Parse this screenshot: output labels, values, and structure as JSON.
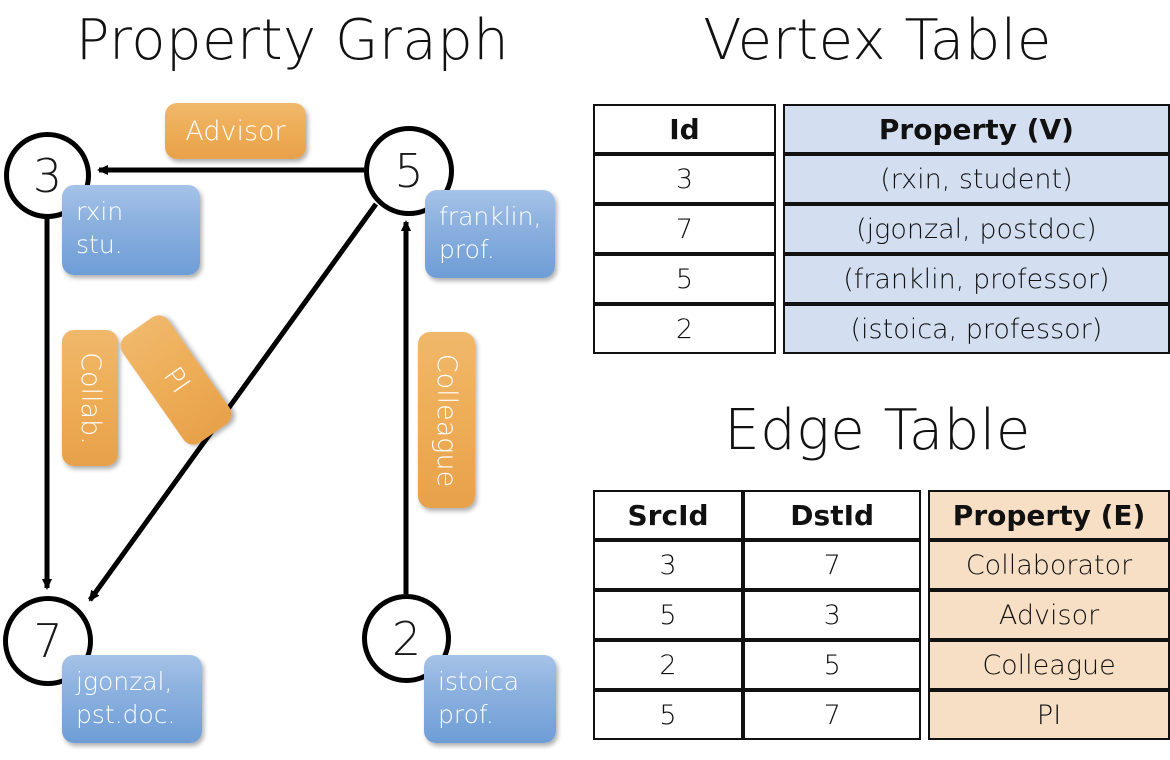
{
  "titles": {
    "property_graph": "Property Graph",
    "vertex_table": "Vertex Table",
    "edge_table": "Edge Table"
  },
  "graph": {
    "nodes": [
      {
        "id": "3",
        "property": "rxin\nstu."
      },
      {
        "id": "5",
        "property": "franklin,\nprof."
      },
      {
        "id": "7",
        "property": "jgonzal,\npst.doc."
      },
      {
        "id": "2",
        "property": "istoica\nprof."
      }
    ],
    "node_labels": {
      "n3": "3",
      "n5": "5",
      "n7": "7",
      "n2": "2"
    },
    "node_props": {
      "p3_line1": "rxin",
      "p3_line2": "stu.",
      "p5_line1": "franklin,",
      "p5_line2": "prof.",
      "p7_line1": "jgonzal,",
      "p7_line2": "pst.doc.",
      "p2_line1": "istoica",
      "p2_line2": "prof."
    },
    "edge_labels": {
      "advisor": "Advisor",
      "collab": "Collab.",
      "pi": "PI",
      "colleague": "Colleague"
    },
    "edges": [
      {
        "src": "5",
        "dst": "3",
        "label": "Advisor"
      },
      {
        "src": "3",
        "dst": "7",
        "label": "Collab."
      },
      {
        "src": "5",
        "dst": "7",
        "label": "PI"
      },
      {
        "src": "2",
        "dst": "5",
        "label": "Colleague"
      }
    ]
  },
  "vertex_table": {
    "headers": [
      "Id",
      "Property (V)"
    ],
    "rows": [
      {
        "id": "3",
        "property": "(rxin, student)"
      },
      {
        "id": "7",
        "property": "(jgonzal, postdoc)"
      },
      {
        "id": "5",
        "property": "(franklin, professor)"
      },
      {
        "id": "2",
        "property": "(istoica, professor)"
      }
    ]
  },
  "edge_table": {
    "headers": [
      "SrcId",
      "DstId",
      "Property (E)"
    ],
    "rows": [
      {
        "src": "3",
        "dst": "7",
        "property": "Collaborator"
      },
      {
        "src": "5",
        "dst": "3",
        "property": "Advisor"
      },
      {
        "src": "2",
        "dst": "5",
        "property": "Colleague"
      },
      {
        "src": "5",
        "dst": "7",
        "property": "PI"
      }
    ]
  },
  "colors": {
    "vertex_property_fill": "#d3dff1",
    "edge_property_fill": "#f6dfc4",
    "node_property_box": "#8fb3e0",
    "edge_label_box": "#eeae58",
    "stroke": "#000000",
    "background": "#ffffff"
  }
}
